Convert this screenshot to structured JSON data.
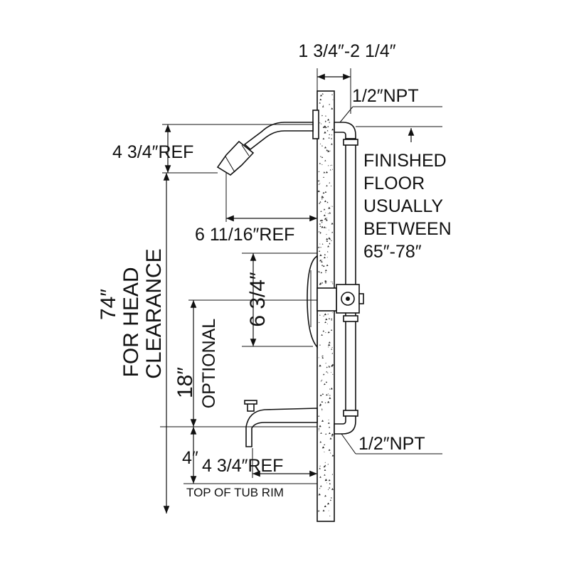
{
  "labels": {
    "wall_thickness": "1 3/4″-2 1/4″",
    "npt_top": "1/2″NPT",
    "npt_bottom": "1/2″NPT",
    "head_ref": "4 3/4″REF",
    "arm_ref": "6 11/16″REF",
    "handle_height": "6 3/4″",
    "spout_ref": "4 3/4″REF",
    "tub_rim": "TOP OF TUB RIM",
    "spout_above_rim": "4″",
    "optional_value": "18″",
    "optional_text": "OPTIONAL",
    "clearance_value": "74″",
    "clearance_line1": "FOR HEAD",
    "clearance_line2": "CLEARANCE",
    "floor_note": [
      "FINISHED",
      "FLOOR",
      "USUALLY",
      "BETWEEN",
      "65″-78″"
    ]
  },
  "colors": {
    "line": "#111111",
    "background": "#ffffff"
  }
}
